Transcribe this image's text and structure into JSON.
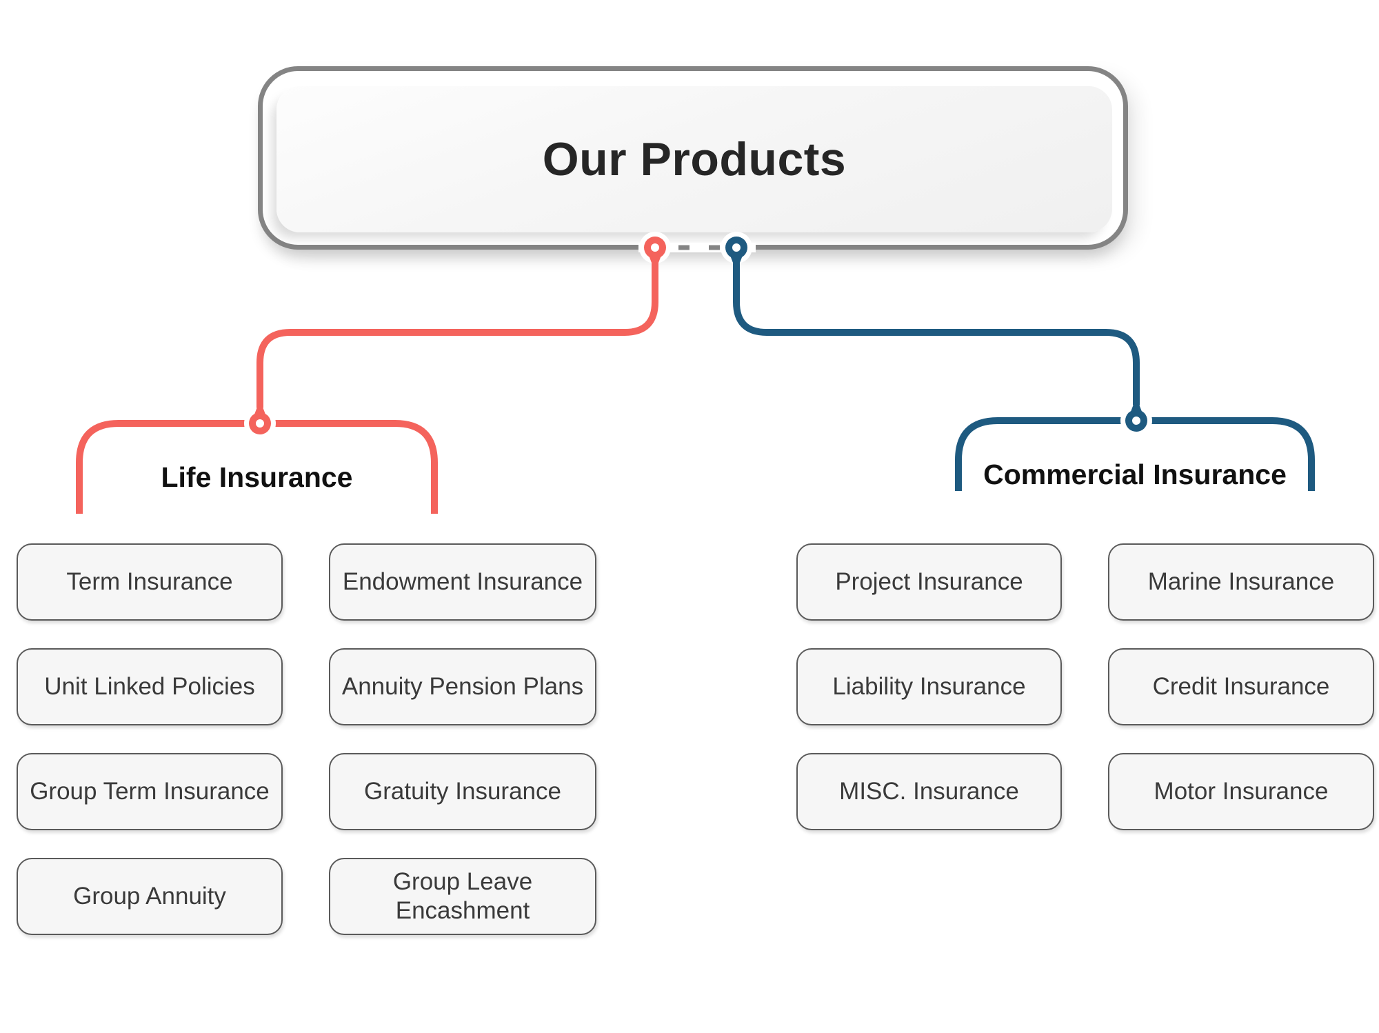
{
  "header": {
    "title": "Our Products"
  },
  "branches": [
    {
      "name": "Life Insurance",
      "color": "#F4635C",
      "items": [
        "Term Insurance",
        "Endowment Insurance",
        "Unit Linked Policies",
        "Annuity Pension Plans",
        "Group Term Insurance",
        "Gratuity Insurance",
        "Group Annuity",
        "Group Leave Encashment"
      ]
    },
    {
      "name": "Commercial Insurance",
      "color": "#1E5A80",
      "items": [
        "Project Insurance",
        "Marine Insurance",
        "Liability Insurance",
        "Credit Insurance",
        "MISC. Insurance",
        "Motor Insurance"
      ]
    }
  ],
  "colors": {
    "life_branch": "#F4635C",
    "commercial_branch": "#1E5A80",
    "frame_border": "#848484",
    "panel_fill": "#F5F5F5",
    "node_fill": "#F6F6F6",
    "node_border": "#5A5A5A",
    "node_text": "#3A3A3A",
    "title_text": "#262626"
  }
}
